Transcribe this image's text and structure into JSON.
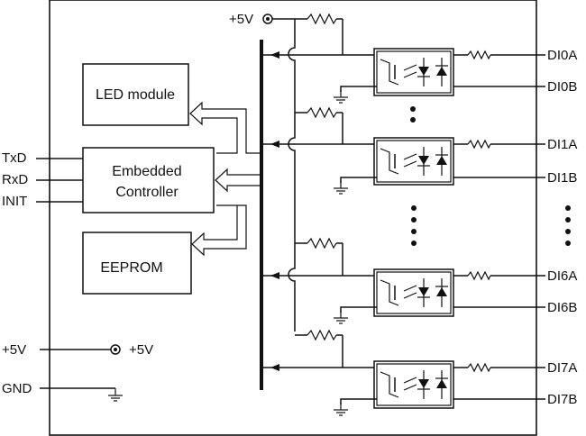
{
  "blocks": {
    "led": "LED module",
    "controller_line1": "Embedded",
    "controller_line2": "Controller",
    "eeprom": "EEPROM"
  },
  "power": {
    "top": "+5V",
    "left_in": "+5V",
    "left_out": "+5V",
    "gnd": "GND"
  },
  "signals_left": [
    "TxD",
    "RxD",
    "INIT"
  ],
  "channels": [
    {
      "a": "DI0A",
      "b": "DI0B"
    },
    {
      "a": "DI1A",
      "b": "DI1B"
    },
    {
      "a": "DI6A",
      "b": "DI6B"
    },
    {
      "a": "DI7A",
      "b": "DI7B"
    }
  ],
  "colors": {
    "line": "#111111",
    "background": "#ffffff"
  }
}
